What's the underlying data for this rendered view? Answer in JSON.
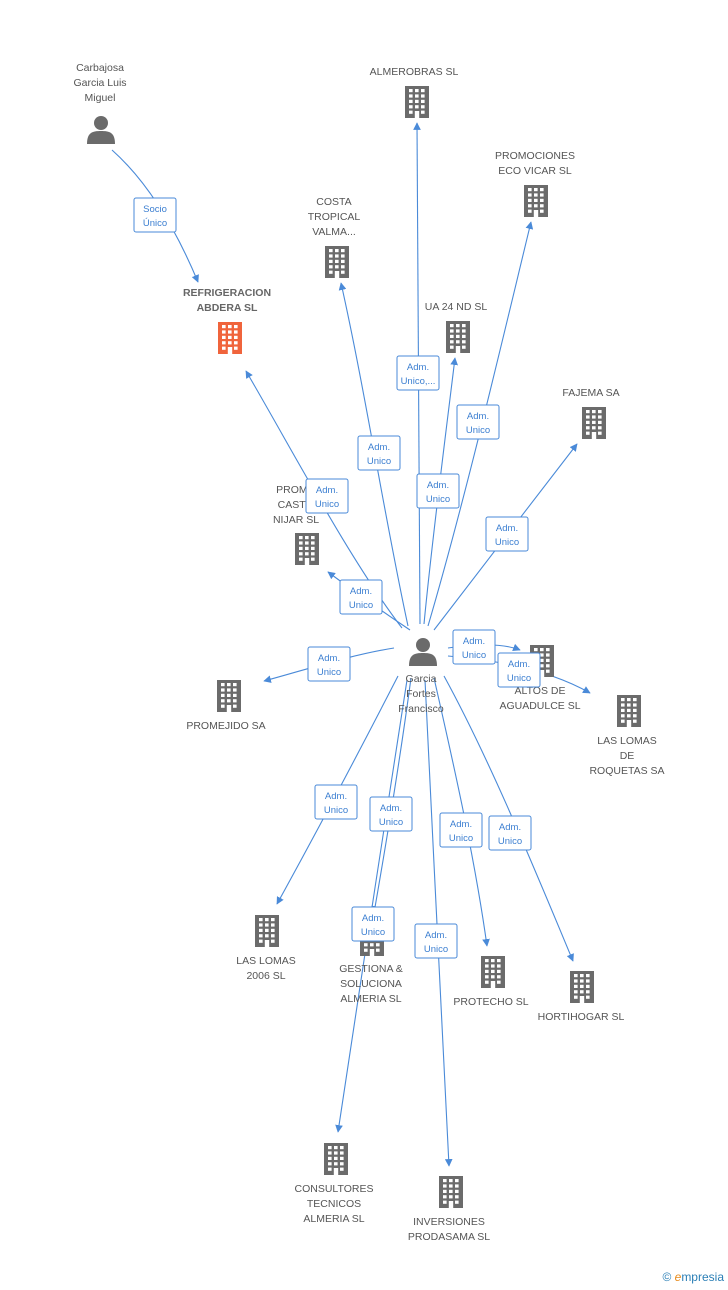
{
  "nodes": [
    {
      "id": "carbajosa",
      "type": "person",
      "label": [
        "Carbajosa",
        "Garcia Luis",
        "Miguel"
      ]
    },
    {
      "id": "refrigeracion",
      "type": "company",
      "focus": true,
      "label": [
        "REFRIGERACION",
        "ABDERA SL"
      ]
    },
    {
      "id": "almerobras",
      "type": "company",
      "label": [
        "ALMEROBRAS SL"
      ]
    },
    {
      "id": "promociones_eco",
      "type": "company",
      "label": [
        "PROMOCIONES",
        "ECO VICAR SL"
      ]
    },
    {
      "id": "costa_tropical",
      "type": "company",
      "label": [
        "COSTA",
        "TROPICAL",
        "VALMA..."
      ]
    },
    {
      "id": "ua24",
      "type": "company",
      "label": [
        "UA 24 ND SL"
      ]
    },
    {
      "id": "fajema",
      "type": "company",
      "label": [
        "FAJEMA SA"
      ]
    },
    {
      "id": "promo_castil",
      "type": "company",
      "label": [
        "PROMO",
        "CASTIL",
        "NIJAR SL"
      ]
    },
    {
      "id": "garcia",
      "type": "person",
      "label": [
        "Garcia",
        "Fortes",
        "Francisco"
      ]
    },
    {
      "id": "promejido",
      "type": "company",
      "label": [
        "PROMEJIDO SA"
      ]
    },
    {
      "id": "altos",
      "type": "company",
      "label": [
        "ALTOS DE",
        "AGUADULCE SL"
      ]
    },
    {
      "id": "las_lomas_roq",
      "type": "company",
      "label": [
        "LAS LOMAS",
        "DE",
        "ROQUETAS SA"
      ]
    },
    {
      "id": "las_lomas_2006",
      "type": "company",
      "label": [
        "LAS LOMAS",
        "2006 SL"
      ]
    },
    {
      "id": "gestiona",
      "type": "company",
      "label": [
        "GESTIONA &",
        "SOLUCIONA",
        "ALMERIA SL"
      ]
    },
    {
      "id": "protecho",
      "type": "company",
      "label": [
        "PROTECHO SL"
      ]
    },
    {
      "id": "hortihogar",
      "type": "company",
      "label": [
        "HORTIHOGAR SL"
      ]
    },
    {
      "id": "consultores",
      "type": "company",
      "label": [
        "CONSULTORES",
        "TECNICOS",
        "ALMERIA SL"
      ]
    },
    {
      "id": "inversiones",
      "type": "company",
      "label": [
        "INVERSIONES",
        "PRODASAMA SL"
      ]
    }
  ],
  "edges": [
    {
      "id": "e_carb_refr",
      "label": [
        "Socio",
        "Único"
      ]
    },
    {
      "id": "e_g_refr",
      "label": [
        "Adm.",
        "Unico"
      ]
    },
    {
      "id": "e_g_costa",
      "label": [
        "Adm.",
        "Unico"
      ]
    },
    {
      "id": "e_g_almerobras",
      "label": [
        "Adm.",
        "Unico,..."
      ]
    },
    {
      "id": "e_g_ua24",
      "label": [
        "Adm.",
        "Unico"
      ]
    },
    {
      "id": "e_g_eco",
      "label": [
        "Adm.",
        "Unico"
      ]
    },
    {
      "id": "e_g_fajema",
      "label": [
        "Adm.",
        "Unico"
      ]
    },
    {
      "id": "e_g_castil",
      "label": [
        "Adm.",
        "Unico"
      ]
    },
    {
      "id": "e_g_promejido",
      "label": [
        "Adm.",
        "Unico"
      ]
    },
    {
      "id": "e_g_altos",
      "label": [
        "Adm.",
        "Unico"
      ]
    },
    {
      "id": "e_g_lomasroq",
      "label": [
        "Adm.",
        "Unico"
      ]
    },
    {
      "id": "e_g_lomas2006",
      "label": [
        "Adm.",
        "Unico"
      ]
    },
    {
      "id": "e_g_gestiona",
      "label": [
        "Adm.",
        "Unico"
      ]
    },
    {
      "id": "e_g_protecho",
      "label": [
        "Adm.",
        "Unico"
      ]
    },
    {
      "id": "e_g_hortihogar",
      "label": [
        "Adm.",
        "Unico"
      ]
    },
    {
      "id": "e_g_consultores",
      "label": [
        "Adm.",
        "Unico"
      ]
    },
    {
      "id": "e_g_inversiones",
      "label": [
        "Adm.",
        "Unico"
      ]
    }
  ],
  "colors": {
    "edge": "#4a8ad8",
    "company": "#6b6b6b",
    "focus_company": "#f0643c",
    "person": "#6b6b6b"
  },
  "footer": {
    "copyright": "©",
    "brand_e": "e",
    "brand_rest": "mpresia"
  }
}
